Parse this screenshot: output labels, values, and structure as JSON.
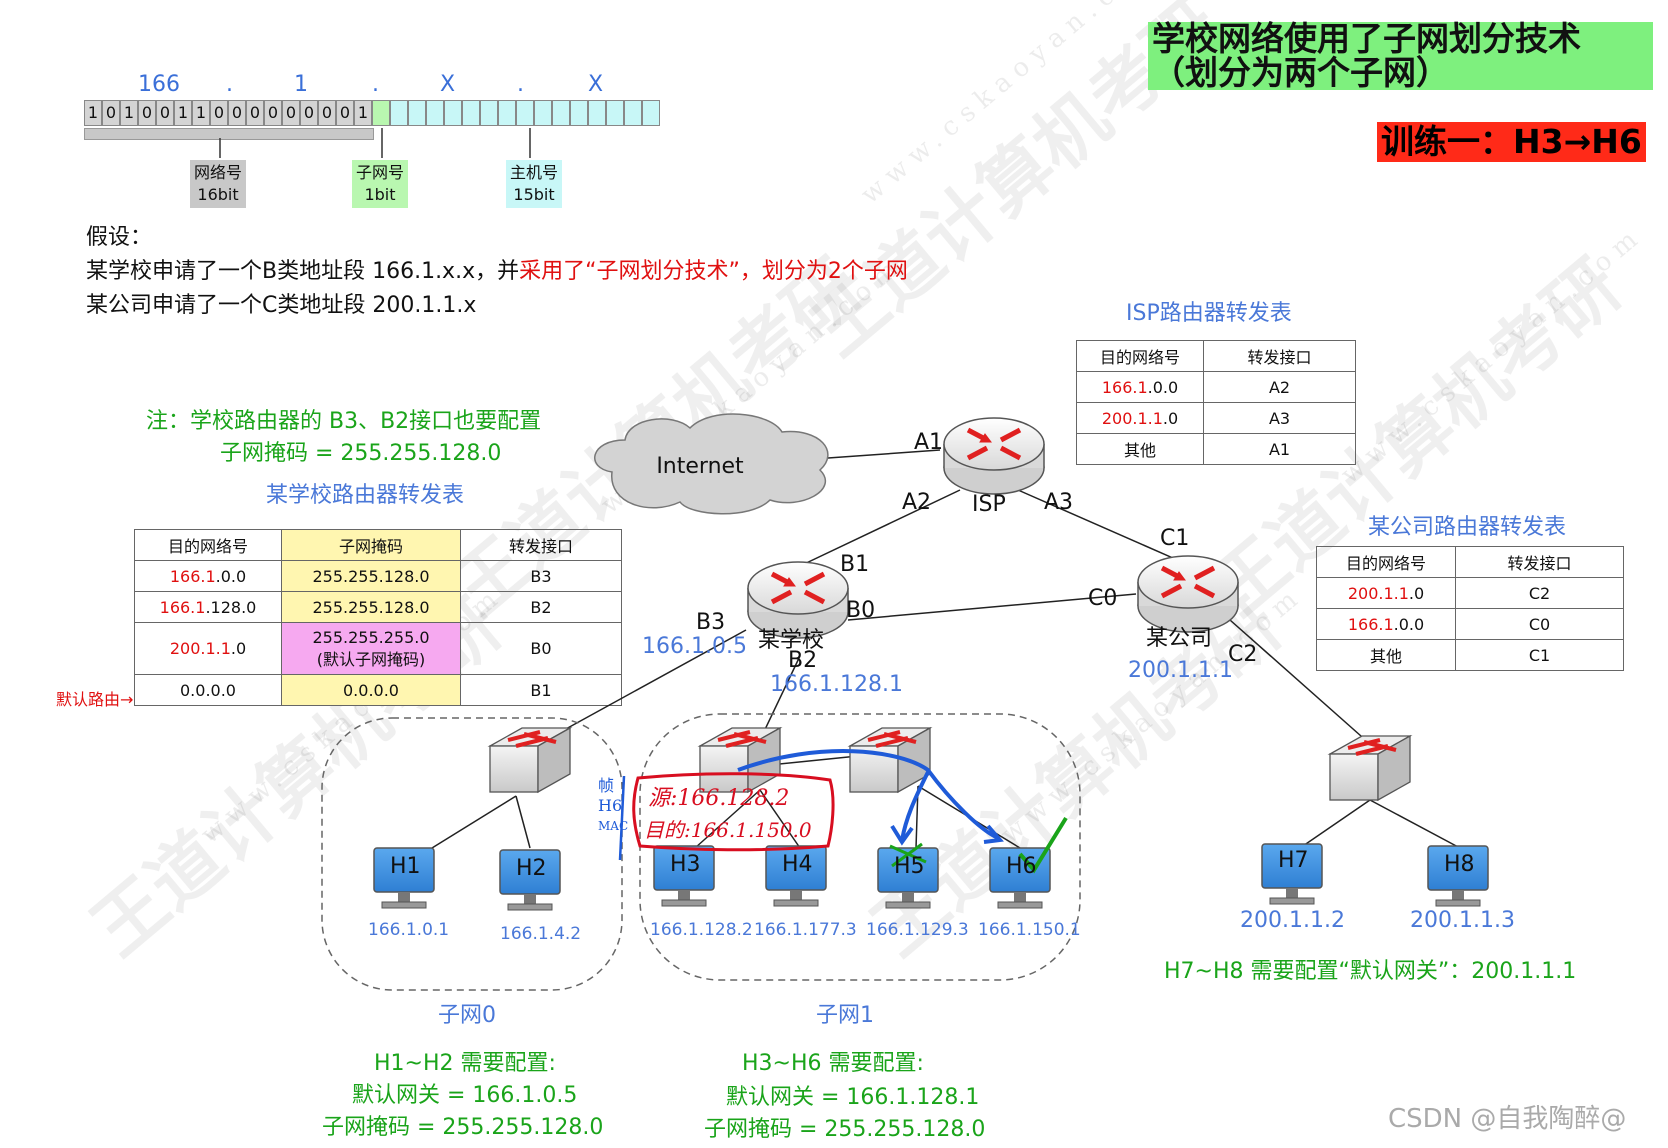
{
  "title": {
    "line1": "学校网络使用了子网划分技术",
    "line2": "（划分为两个子网）"
  },
  "badge": "训练一：H3→H6",
  "bitfield": {
    "octets": [
      "166",
      ".",
      "1",
      ".",
      "X",
      ".",
      "X"
    ],
    "bits": [
      "1",
      "0",
      "1",
      "0",
      "0",
      "1",
      "1",
      "0",
      "0",
      "0",
      "0",
      "0",
      "0",
      "0",
      "0",
      "1"
    ],
    "tags": [
      {
        "line1": "网络号",
        "line2": "16bit",
        "color": "#c8c8c8"
      },
      {
        "line1": "子网号",
        "line2": "1bit",
        "color": "#b9f7b0"
      },
      {
        "line1": "主机号",
        "line2": "15bit",
        "color": "#c8f7f7"
      }
    ]
  },
  "assumptions": {
    "heading": "假设：",
    "line1_a": "某学校申请了一个B类地址段 166.1.x.x，并",
    "line1_b": "采用了“子网划分技术”，划分为2个子网",
    "line2": "某公司申请了一个C类地址段 200.1.1.x"
  },
  "note": {
    "line1": "注：学校路由器的 B3、B2接口也要配置",
    "line2": "子网掩码 = 255.255.128.0"
  },
  "school_table": {
    "title": "某学校路由器转发表",
    "headers": [
      "目的网络号",
      "子网掩码",
      "转发接口"
    ],
    "rows": [
      {
        "dest_red": "166.1",
        "dest_rest": ".0.0",
        "mask": "255.255.128.0",
        "mask2": "",
        "port": "B3"
      },
      {
        "dest_red": "166.1",
        "dest_rest": ".128.0",
        "mask": "255.255.128.0",
        "mask2": "",
        "port": "B2"
      },
      {
        "dest_red": "200.1.1",
        "dest_rest": ".0",
        "mask": "255.255.255.0",
        "mask2": "(默认子网掩码)",
        "port": "B0"
      },
      {
        "dest_red": "",
        "dest_rest": "0.0.0.0",
        "mask": "0.0.0.0",
        "mask2": "",
        "port": "B1"
      }
    ],
    "default_route_label": "默认路由→"
  },
  "isp_table": {
    "title": "ISP路由器转发表",
    "headers": [
      "目的网络号",
      "转发接口"
    ],
    "rows": [
      {
        "dest_red": "166.1",
        "dest_rest": ".0.0",
        "port": "A2"
      },
      {
        "dest_red": "200.1.1",
        "dest_rest": ".0",
        "port": "A3"
      },
      {
        "dest_red": "",
        "dest_rest": "其他",
        "port": "A1"
      }
    ]
  },
  "company_table": {
    "title": "某公司路由器转发表",
    "headers": [
      "目的网络号",
      "转发接口"
    ],
    "rows": [
      {
        "dest_red": "200.1.1",
        "dest_rest": ".0",
        "port": "C2"
      },
      {
        "dest_red": "166.1",
        "dest_rest": ".0.0",
        "port": "C0"
      },
      {
        "dest_red": "",
        "dest_rest": "其他",
        "port": "C1"
      }
    ]
  },
  "network": {
    "internet": "Internet",
    "isp": "ISP",
    "school": "某学校",
    "company": "某公司",
    "ports": {
      "A1": "A1",
      "A2": "A2",
      "A3": "A3",
      "B1": "B1",
      "B0": "B0",
      "B3": "B3",
      "B2": "B2",
      "C1": "C1",
      "C0": "C0",
      "C2": "C2"
    },
    "b3_ip": "166.1.0.5",
    "b2_ip": "166.1.128.1",
    "c0_ip": "200.1.1.1",
    "hosts": [
      {
        "name": "H1",
        "ip": "166.1.0.1"
      },
      {
        "name": "H2",
        "ip": "166.1.4.2"
      },
      {
        "name": "H3",
        "ip": "166.1.128.2"
      },
      {
        "name": "H4",
        "ip": "166.1.177.3"
      },
      {
        "name": "H5",
        "ip": "166.1.129.3"
      },
      {
        "name": "H6",
        "ip": "166.1.150.1"
      },
      {
        "name": "H7",
        "ip": "200.1.1.2"
      },
      {
        "name": "H8",
        "ip": "200.1.1.3"
      }
    ],
    "subnet0": "子网0",
    "subnet1": "子网1"
  },
  "handwriting": {
    "frame": "帧",
    "h6": "H6",
    "mac": "MAC",
    "src": "源:166.128.2",
    "dst": "目的:166.1.150.0"
  },
  "config": {
    "h1h2": {
      "line1": "H1~H2 需要配置:",
      "line2": "默认网关 = 166.1.0.5",
      "line3": "子网掩码 = 255.255.128.0"
    },
    "h3h6": {
      "line1": "H3~H6 需要配置:",
      "line2": "默认网关 = 166.1.128.1",
      "line3": "子网掩码 = 255.255.128.0"
    },
    "h7h8": "H7~H8 需要配置“默认网关”：200.1.1.1"
  },
  "watermark": {
    "brand": "王道计算机考研",
    "url": "www.cskaoyan.com"
  },
  "credit": "CSDN @自我陶醉@"
}
